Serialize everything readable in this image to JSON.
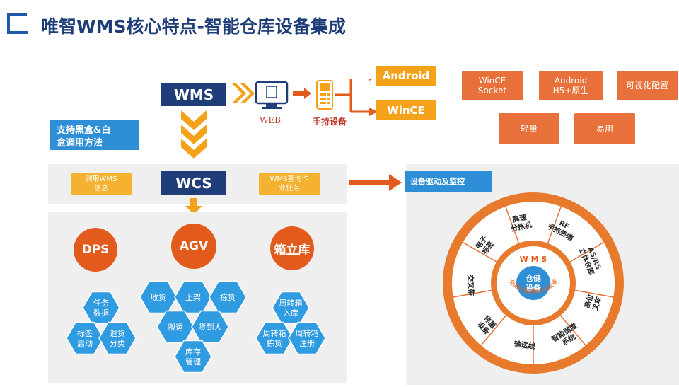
{
  "title": "唯智WMS核心特点-智能仓库设备集成",
  "top": {
    "wms": "WMS",
    "web": "WEB",
    "handheld": "手持设备",
    "android": "Android",
    "wince": "WinCE"
  },
  "features": [
    {
      "lines": [
        "WinCE",
        "Socket"
      ]
    },
    {
      "lines": [
        "Android",
        "H5+原生"
      ]
    },
    {
      "lines": [
        "可视化配置"
      ]
    },
    {
      "lines": [
        "轻量"
      ]
    },
    {
      "lines": [
        "易用"
      ]
    }
  ],
  "support_box": [
    "支持黑盒&白",
    "盒调用方法"
  ],
  "middle": {
    "wcs": "WCS",
    "left_note": [
      "调用WMS",
      "信息"
    ],
    "right_note": [
      "WMS查询作",
      "业任务"
    ]
  },
  "circles": [
    "DPS",
    "AGV",
    "箱立库"
  ],
  "dps_hex": [
    [
      "任务",
      "数据"
    ],
    [
      "标签",
      "启动"
    ],
    [
      "退货",
      "分类"
    ]
  ],
  "agv_hex": [
    [
      "收货"
    ],
    [
      "上架"
    ],
    [
      "拣货"
    ],
    [
      "搬运"
    ],
    [
      "货到人"
    ],
    [
      "库存",
      "管理"
    ]
  ],
  "box_hex": [
    [
      "周转箱",
      "入库"
    ],
    [
      "周转箱",
      "拣货"
    ],
    [
      "周转箱",
      "注册"
    ]
  ],
  "device_label": "设备驱动及监控",
  "ring": {
    "center_top": "W M S",
    "center_main": [
      "仓储",
      "设备"
    ],
    "center_arc": "全面对接多种仓储设备",
    "segments": [
      [
        "RF",
        "手持终端"
      ],
      [
        "AS/RS",
        "立体仓库"
      ],
      [
        "高位",
        "叉车"
      ],
      [
        "智能调度",
        "系统"
      ],
      [
        "输送线"
      ],
      [
        "称重",
        "设备"
      ],
      [
        "交叉带"
      ],
      [
        "电子",
        "标签"
      ],
      [
        "高速",
        "分拣机"
      ]
    ]
  },
  "colors": {
    "navy": "#1f3d78",
    "blue": "#2f8fd6",
    "orange": "#f5a21b",
    "salmon": "#e8703a",
    "red_orange": "#e35a1d",
    "hex_blue": "#2f9be0"
  }
}
